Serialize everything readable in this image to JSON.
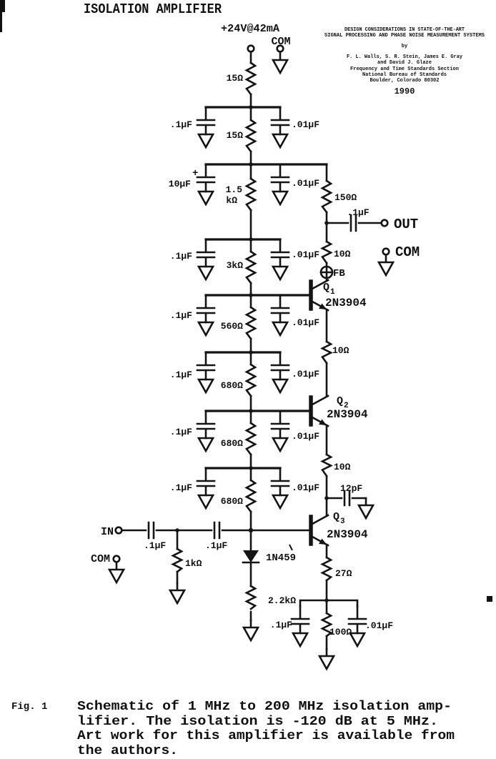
{
  "title": "ISOLATION AMPLIFIER",
  "header": {
    "line1": "DESIGN CONSIDERATIONS IN STATE-OF-THE-ART",
    "line2": "SIGNAL PROCESSING AND PHASE NOISE MEASUREMENT SYSTEMS",
    "by": "by",
    "authors_line1": "F. L. Walls, S. R. Stein, James E. Gray",
    "authors_line2": "and David J. Glaze",
    "affil1": "Frequency and Time Standards Section",
    "affil2": "National Bureau of Standards",
    "affil3": "Boulder, Colorado 80302",
    "year": "1990"
  },
  "schematic": {
    "supply_label": "+24V@42mA",
    "com_top": "COM",
    "out_label": "OUT",
    "com_right": "COM",
    "in_label": "IN",
    "com_input": "COM",
    "ferrite_bead": "FB",
    "diode": "1N459",
    "resistors": {
      "r15_top": "15Ω",
      "r15_second": "15Ω",
      "r1k5_line1": "1.5",
      "r1k5_line2": "kΩ",
      "r3k": "3kΩ",
      "r560": "560Ω",
      "r680_a": "680Ω",
      "r680_b": "680Ω",
      "r680_c": "680Ω",
      "r150": "150Ω",
      "r10_top": "10Ω",
      "r10_mid": "10Ω",
      "r10_low": "10Ω",
      "r27": "27Ω",
      "r100": "100Ω",
      "r1k": "1kΩ",
      "r2k2": "2.2kΩ"
    },
    "capacitors": {
      "bypass_left_1": ".1µF",
      "bypass_right_1": ".01µF",
      "electrolytic": "10µF",
      "electrolytic_plus": "+",
      "bypass_right_2": ".01µF",
      "bypass_left_3": ".1µF",
      "bypass_right_3": ".01µF",
      "bypass_left_4": ".1µF",
      "bypass_right_4": ".01µF",
      "bypass_left_5": ".1µF",
      "bypass_right_5": ".01µF",
      "bypass_left_6": ".1µF",
      "bypass_right_6": ".01µF",
      "bypass_left_7": ".1µF",
      "bypass_right_7": ".01µF",
      "out_coupling": ".1µF",
      "c12pf": "12pF",
      "in_coupling_1": ".1µF",
      "in_coupling_2": ".1µF",
      "emitter_bypass_left": ".1µF",
      "emitter_bypass_right": ".01µF"
    },
    "transistors": {
      "q1_name": "Q",
      "q1_sub": "1",
      "q1_part": "2N3904",
      "q2_name": "Q",
      "q2_sub": "2",
      "q2_part": "2N3904",
      "q3_name": "Q",
      "q3_sub": "3",
      "q3_part": "2N3904"
    }
  },
  "caption": {
    "fig": "Fig. 1",
    "line1": "Schematic of 1 MHz to 200 MHz isolation amp-",
    "line2": "lifier.  The isolation is -120 dB at 5 MHz.",
    "line3": "Art work for this amplifier is available from",
    "line4": "the authors."
  }
}
